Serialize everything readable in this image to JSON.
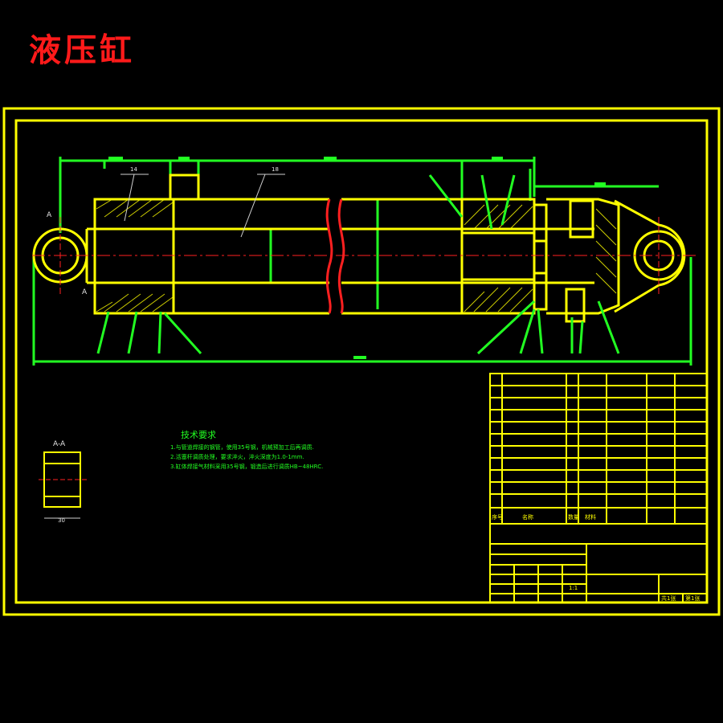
{
  "title": "液压缸",
  "labels": {
    "section_mark": "A",
    "section_view_title": "A-A",
    "section_dim": "30",
    "part_14": "14",
    "part_18": "18"
  },
  "tech_requirements": {
    "heading": "技术要求",
    "lines": [
      "1.与管道焊接的钢管，使用35号钢，机械预加工后再调质.",
      "2.活塞杆调质处理，要求淬火，淬火深度为1.0-1mm.",
      "3.缸体焊接气材料采用35号钢，锻造后进行调质HB~48HRC."
    ]
  },
  "title_block": {
    "headers": [
      "序号",
      "名称",
      "数量",
      "材料"
    ],
    "footer": [
      "共1张",
      "第1张"
    ],
    "scale": "1:1"
  },
  "colors": {
    "frame": "#ffff00",
    "dimension": "#22ff22",
    "centerline": "#ff2020",
    "title": "#ff1a1a"
  }
}
